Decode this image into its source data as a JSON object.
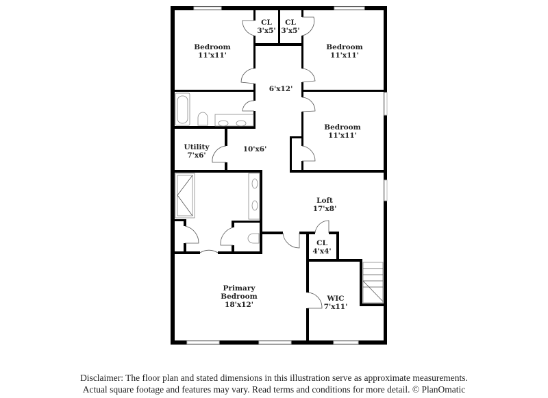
{
  "rooms": [
    {
      "name": "Bedroom",
      "size": "11'x11'"
    },
    {
      "name": "CL",
      "size": "3'x5'"
    },
    {
      "name": "CL",
      "size": "3'x5'"
    },
    {
      "name": "Bedroom",
      "size": "11'x11'"
    },
    {
      "name": "",
      "size": "6'x12'"
    },
    {
      "name": "Bedroom",
      "size": "11'x11'"
    },
    {
      "name": "Utility",
      "size": "7'x6'"
    },
    {
      "name": "",
      "size": "10'x6'"
    },
    {
      "name": "Loft",
      "size": "17'x8'"
    },
    {
      "name": "CL",
      "size": "4'x4'"
    },
    {
      "name": "Primary",
      "name2": "Bedroom",
      "size": "18'x12'"
    },
    {
      "name": "WIC",
      "size": "7'x11'"
    }
  ],
  "disclaimer": {
    "line1": "Disclaimer: The floor plan and stated dimensions in this illustration serve as approximate measurements.",
    "line2": "Actual square footage and features may vary. Read terms and conditions for more detail. © PlanOmatic"
  },
  "colors": {
    "walls": "#000000",
    "background": "#ffffff"
  }
}
